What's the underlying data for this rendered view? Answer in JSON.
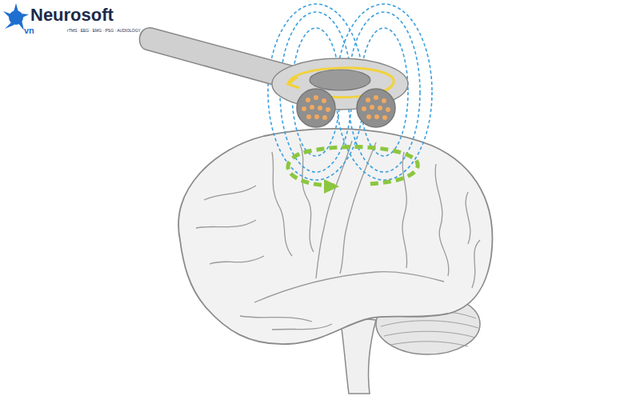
{
  "diagram": {
    "labels": [
      "Neurosoft",
      "vn",
      "rTMS · EEG · EMG · PSG · AUDIOLOGY"
    ]
  }
}
